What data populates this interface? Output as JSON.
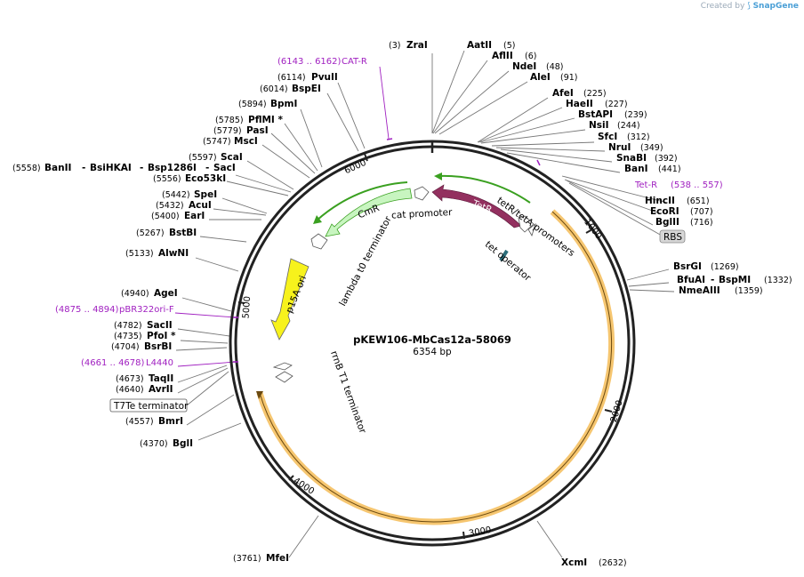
{
  "plasmid": {
    "name": "pKEW106-MbCas12a-58069",
    "length_label": "6354 bp",
    "length": 6354
  },
  "watermark": {
    "prefix": "Created by",
    "brand": "SnapGene"
  },
  "ticks": [
    {
      "bp": 1000,
      "label": "1000"
    },
    {
      "bp": 2000,
      "label": "2000"
    },
    {
      "bp": 3000,
      "label": "3000"
    },
    {
      "bp": 4000,
      "label": "4000"
    },
    {
      "bp": 5000,
      "label": "5000"
    },
    {
      "bp": 6000,
      "label": "6000"
    }
  ],
  "sites_right": [
    {
      "name": "ZraI",
      "pos": "(3)"
    },
    {
      "name": "AatII",
      "pos": "(5)"
    },
    {
      "name": "AflII",
      "pos": "(6)"
    },
    {
      "name": "NdeI",
      "pos": "(48)"
    },
    {
      "name": "AleI",
      "pos": "(91)"
    },
    {
      "name": "AfeI",
      "pos": "(225)"
    },
    {
      "name": "HaeII",
      "pos": "(227)"
    },
    {
      "name": "BstAPI",
      "pos": "(239)"
    },
    {
      "name": "NsiI",
      "pos": "(244)"
    },
    {
      "name": "SfcI",
      "pos": "(312)"
    },
    {
      "name": "NruI",
      "pos": "(349)"
    },
    {
      "name": "SnaBI",
      "pos": "(392)"
    },
    {
      "name": "BanI",
      "pos": "(441)"
    },
    {
      "name": "Tet-R",
      "pos": "(538 .. 557)"
    },
    {
      "name": "HincII",
      "pos": "(651)"
    },
    {
      "name": "EcoRI",
      "pos": "(707)"
    },
    {
      "name": "BglII",
      "pos": "(716)"
    },
    {
      "name": "RBS",
      "pos": ""
    },
    {
      "name": "BsrGI",
      "pos": "(1269)"
    },
    {
      "name": "BfuAI",
      "pos": ""
    },
    {
      "name": "BspMI",
      "pos": "(1332)"
    },
    {
      "name": "NmeAIII",
      "pos": "(1359)"
    },
    {
      "name": "XcmI",
      "pos": "(2632)"
    }
  ],
  "sites_left": [
    {
      "name": "CAT-R",
      "pos": "(6143 .. 6162)"
    },
    {
      "name": "PvuII",
      "pos": "(6114)"
    },
    {
      "name": "BspEI",
      "pos": "(6014)"
    },
    {
      "name": "BpmI",
      "pos": "(5894)"
    },
    {
      "name": "PflMI *",
      "pos": "(5785)"
    },
    {
      "name": "PasI",
      "pos": "(5779)"
    },
    {
      "name": "MscI",
      "pos": "(5747)"
    },
    {
      "name": "ScaI",
      "pos": "(5597)"
    },
    {
      "name": "BanII",
      "pos": "(5558)"
    },
    {
      "name": "BsiHKAI",
      "pos": ""
    },
    {
      "name": "Bsp1286I",
      "pos": ""
    },
    {
      "name": "SacI",
      "pos": ""
    },
    {
      "name": "Eco53kI",
      "pos": "(5556)"
    },
    {
      "name": "SpeI",
      "pos": "(5442)"
    },
    {
      "name": "AcuI",
      "pos": "(5432)"
    },
    {
      "name": "EarI",
      "pos": "(5400)"
    },
    {
      "name": "BstBI",
      "pos": "(5267)"
    },
    {
      "name": "AlwNI",
      "pos": "(5133)"
    },
    {
      "name": "AgeI",
      "pos": "(4940)"
    },
    {
      "name": "pBR322ori-F",
      "pos": "(4875 .. 4894)"
    },
    {
      "name": "SacII",
      "pos": "(4782)"
    },
    {
      "name": "PfoI *",
      "pos": "(4735)"
    },
    {
      "name": "BsrBI",
      "pos": "(4704)"
    },
    {
      "name": "L4440",
      "pos": "(4661 .. 4678)"
    },
    {
      "name": "TaqII",
      "pos": "(4673)"
    },
    {
      "name": "AvrII",
      "pos": "(4640)"
    },
    {
      "name": "T7Te terminator",
      "pos": ""
    },
    {
      "name": "BmrI",
      "pos": "(4557)"
    },
    {
      "name": "BglI",
      "pos": "(4370)"
    },
    {
      "name": "MfeI",
      "pos": "(3761)"
    }
  ],
  "features": {
    "tetr": "TetR",
    "cmr": "CmR",
    "p15a": "p15A ori",
    "cat_promoter": "cat promoter",
    "tetr_promoters": "tetR/tetA promoters",
    "tet_operator": "tet operator",
    "lambda_t0": "lambda t0 terminator",
    "rrnb_t1": "rrnB T1 terminator"
  },
  "colors": {
    "tetr": "#93305f",
    "cmr": "#c8f5c0",
    "p15a": "#f7f21c",
    "orf": "#f5c060",
    "primer": "#a020c0",
    "backbone": "#222222"
  }
}
